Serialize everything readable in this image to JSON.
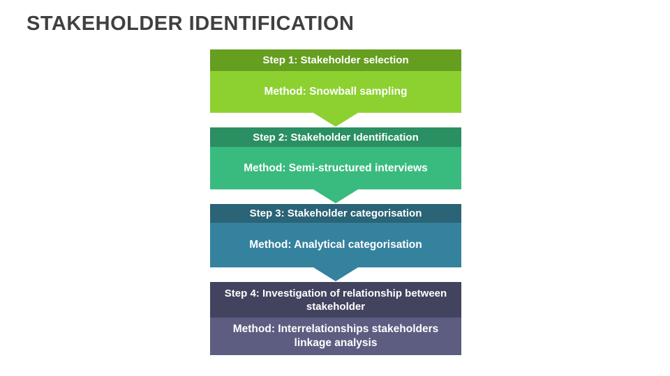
{
  "title": "STAKEHOLDER IDENTIFICATION",
  "title_color": "#404040",
  "background_color": "#ffffff",
  "text_color": "#ffffff",
  "steps": [
    {
      "header": "Step 1: Stakeholder selection",
      "method": "Method: Snowball sampling",
      "header_color": "#669e20",
      "body_color": "#8cd130"
    },
    {
      "header": "Step 2: Stakeholder Identification",
      "method": "Method: Semi-structured interviews",
      "header_color": "#2a8f62",
      "body_color": "#39bb7f"
    },
    {
      "header": "Step 3: Stakeholder categorisation",
      "method": "Method: Analytical categorisation",
      "header_color": "#2a6476",
      "body_color": "#35829f"
    },
    {
      "header": "Step 4: Investigation of relationship between stakeholder",
      "method": "Method: Interrelationships stakeholders linkage analysis",
      "header_color": "#42435f",
      "body_color": "#5c5d81"
    }
  ]
}
